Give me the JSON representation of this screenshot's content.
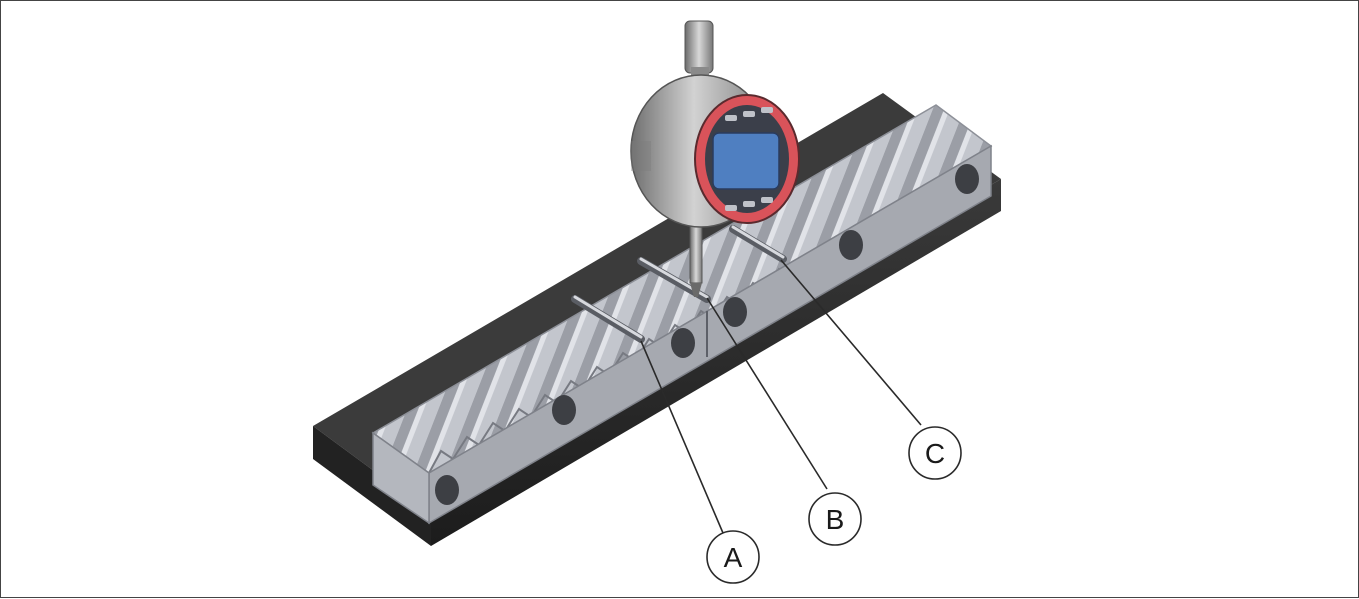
{
  "callouts": [
    {
      "id": "A",
      "label": "A"
    },
    {
      "id": "B",
      "label": "B"
    },
    {
      "id": "C",
      "label": "C"
    }
  ],
  "colors": {
    "rack_top": "#c8cbd2",
    "rack_face": "#a9acb3",
    "base_dark": "#2b2b2b",
    "indicator_bezel": "#d9535a",
    "indicator_screen": "#4f7fc1",
    "indicator_body": "#9a9a9a"
  }
}
